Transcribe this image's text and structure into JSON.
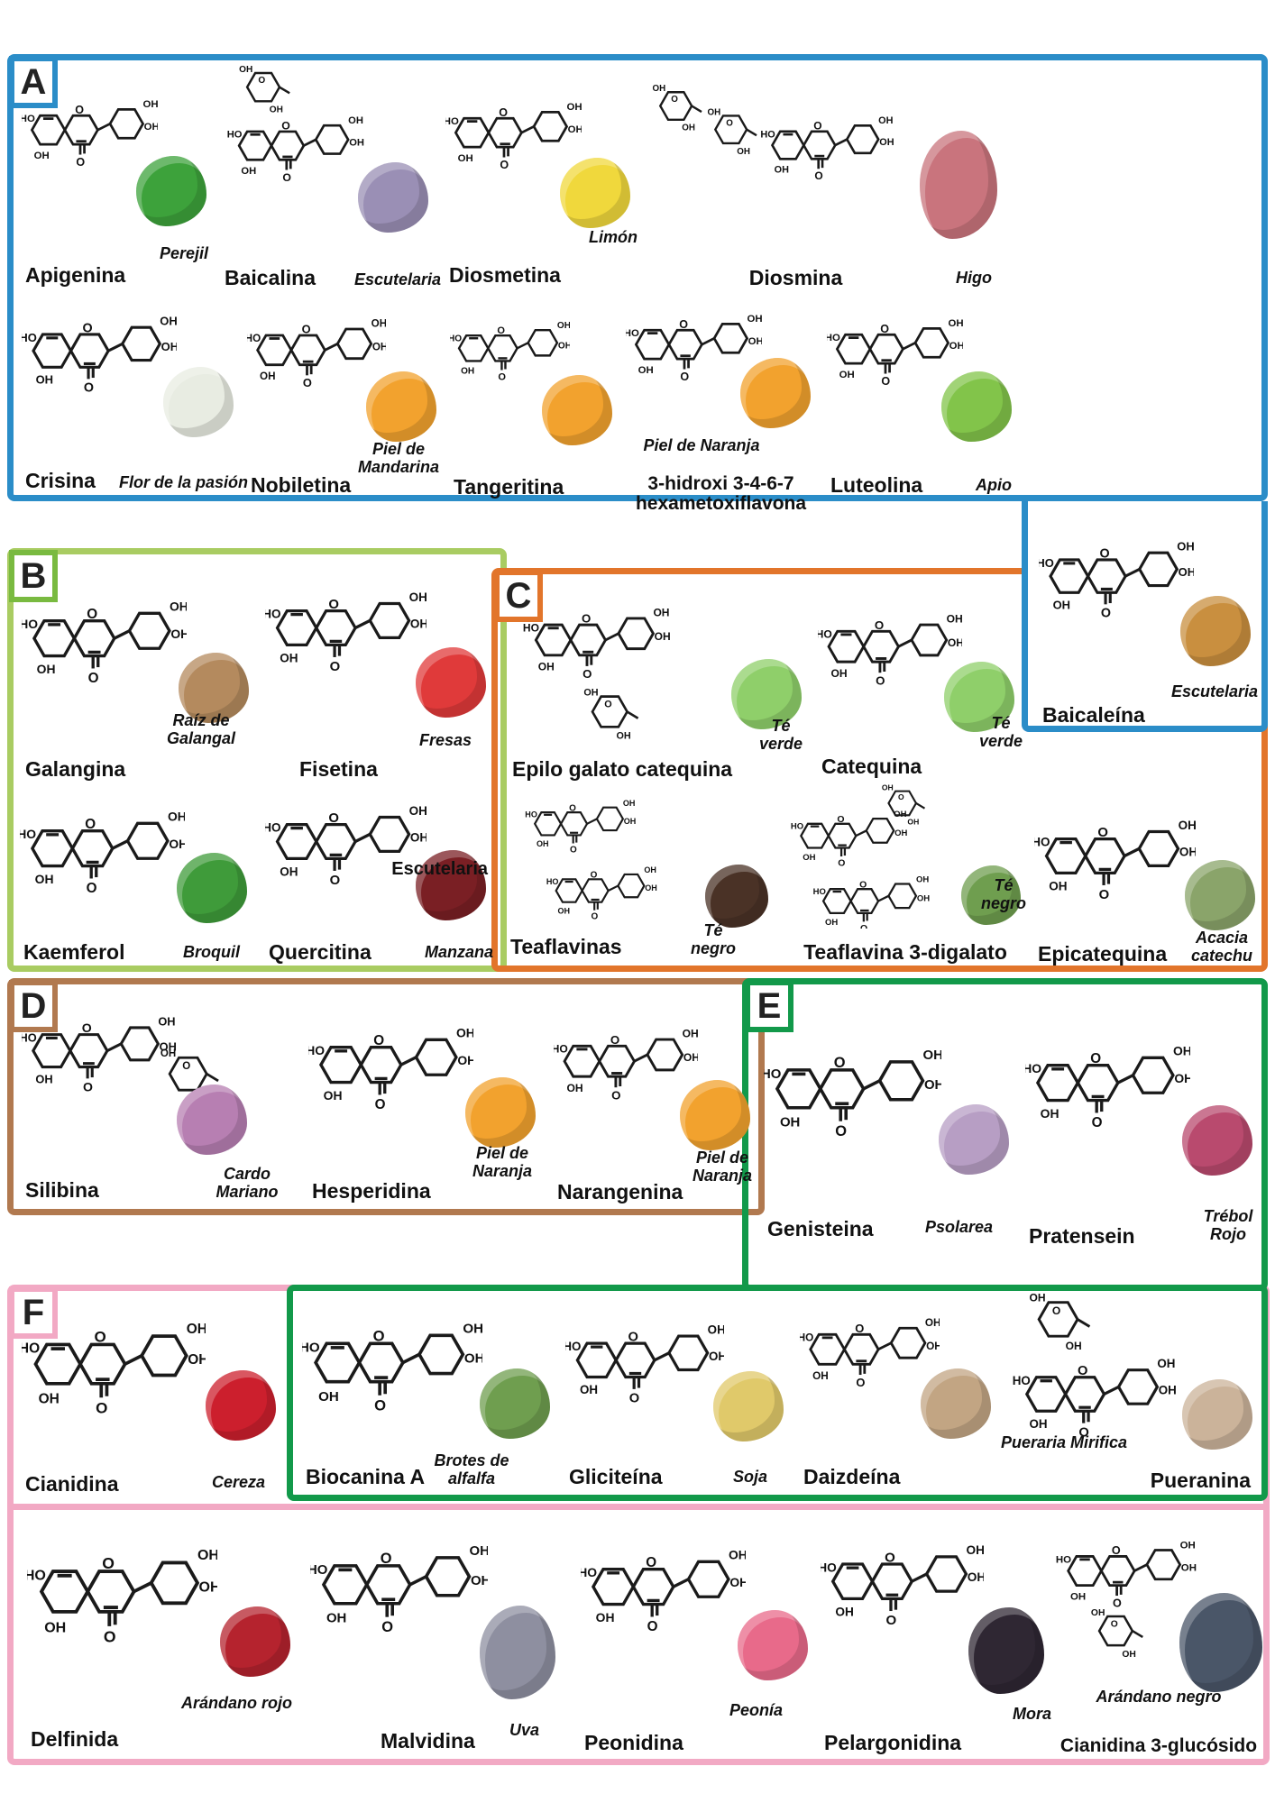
{
  "panels": [
    {
      "id": "A",
      "label": "A",
      "border_color": "#2b8dc8",
      "compounds": [
        {
          "name": "Apigenina",
          "source": "Perejil",
          "food_icon": "parsley",
          "food_color": "#3da23b"
        },
        {
          "name": "Baicalina",
          "source": "Escutelaria",
          "food_icon": "skullcap-plant",
          "food_color": "#9a8fb5"
        },
        {
          "name": "Diosmetina",
          "source": "Limón",
          "food_icon": "lemon",
          "food_color": "#f0d83c"
        },
        {
          "name": "Diosmina",
          "source": "Higo",
          "food_icon": "fig-buds",
          "food_color": "#c9747d"
        },
        {
          "name": "Crisina",
          "source": "Flor de la pasión",
          "food_icon": "passion-flower",
          "food_color": "#e8ece2"
        },
        {
          "name": "Nobiletina",
          "source": "Piel de Mandarina",
          "food_icon": "mandarin-peel",
          "food_color": "#f2a22e"
        },
        {
          "name": "Tangeritina",
          "source": "",
          "food_icon": "orange-peel",
          "food_color": "#f2a22e"
        },
        {
          "name": "3-hidroxi 3-4-6-7 hexametoxiflavona",
          "source": "Piel de Naranja",
          "food_icon": "orange-peel",
          "food_color": "#f2a22e"
        },
        {
          "name": "Luteolina",
          "source": "Apio",
          "food_icon": "celery",
          "food_color": "#82c44a"
        },
        {
          "name": "Baicaleína",
          "source": "Escutelaria",
          "food_icon": "skullcap-root",
          "food_color": "#c98f3f"
        }
      ]
    },
    {
      "id": "B",
      "label": "B",
      "border_color": "#a9cc62",
      "compounds": [
        {
          "name": "Galangina",
          "source": "Raíz de Galangal",
          "food_icon": "galangal-root",
          "food_color": "#b48a5e"
        },
        {
          "name": "Fisetina",
          "source": "Fresas",
          "food_icon": "strawberry",
          "food_color": "#e03a3a"
        },
        {
          "name": "Kaemferol",
          "source": "Broquil",
          "food_icon": "broccoli",
          "food_color": "#3f9b3a"
        },
        {
          "name": "Quercitina",
          "source": "Manzana",
          "extra_label": "Escutelaria",
          "food_icon": "apple",
          "food_color": "#7a1f24"
        }
      ]
    },
    {
      "id": "C",
      "label": "C",
      "border_color": "#e2752b",
      "compounds": [
        {
          "name": "Epilo galato catequina",
          "source": "Té verde",
          "food_icon": "green-tea-leaves",
          "food_color": "#8fcf6a"
        },
        {
          "name": "Catequina",
          "source": "Té verde",
          "food_icon": "green-tea-leaves",
          "food_color": "#8fcf6a"
        },
        {
          "name": "Teaflavinas",
          "source": "Té negro",
          "food_icon": "black-tea",
          "food_color": "#4a3226"
        },
        {
          "name": "Teaflavina 3-digalato",
          "source": "Té negro",
          "food_icon": "black-tea-leaves",
          "food_color": "#6f9e4f"
        },
        {
          "name": "Epicatequina",
          "source": "Acacia catechu",
          "food_icon": "acacia-branch",
          "food_color": "#8aa46a"
        }
      ]
    },
    {
      "id": "D",
      "label": "D",
      "border_color": "#b1794f",
      "compounds": [
        {
          "name": "Silibina",
          "source": "Cardo Mariano",
          "food_icon": "milk-thistle",
          "food_color": "#b77fb2"
        },
        {
          "name": "Hesperidina",
          "source": "Piel de Naranja",
          "food_icon": "orange-peel",
          "food_color": "#f2a22e"
        },
        {
          "name": "Narangenina",
          "source": "Piel de Naranja",
          "food_icon": "orange-peel",
          "food_color": "#f2a22e"
        }
      ]
    },
    {
      "id": "E",
      "label": "E",
      "border_color": "#12994a",
      "compounds": [
        {
          "name": "Genisteina",
          "source": "Psolarea",
          "food_icon": "psoralea-flower",
          "food_color": "#b79ec4"
        },
        {
          "name": "Pratensein",
          "source": "Trébol Rojo",
          "food_icon": "red-clover",
          "food_color": "#b94a6e"
        },
        {
          "name": "Biocanina A",
          "source": "Brotes de alfalfa",
          "food_icon": "alfalfa-sprouts",
          "food_color": "#6f9e4f"
        },
        {
          "name": "Gliciteína",
          "source": "Soja",
          "food_icon": "soybeans",
          "food_color": "#e0c96a"
        },
        {
          "name": "Daizdeína",
          "source": "",
          "food_icon": "root-tubers",
          "food_color": "#c2a583"
        },
        {
          "name": "Pueranina",
          "source": "Pueraria Mirifica",
          "food_icon": "pueraria-root",
          "food_color": "#cbb39a"
        }
      ]
    },
    {
      "id": "F",
      "label": "F",
      "border_color": "#f2a9c4",
      "compounds": [
        {
          "name": "Cianidina",
          "source": "Cereza",
          "food_icon": "cherries",
          "food_color": "#cc1f2d"
        },
        {
          "name": "Delfinida",
          "source": "Arándano rojo",
          "food_icon": "cranberries",
          "food_color": "#b5232e"
        },
        {
          "name": "Malvidina",
          "source": "Uva",
          "food_icon": "grapes",
          "food_color": "#8e8fa0"
        },
        {
          "name": "Peonidina",
          "source": "Peonía",
          "food_icon": "peony-flower",
          "food_color": "#e86a8a"
        },
        {
          "name": "Pelargonidina",
          "source": "Mora",
          "food_icon": "blackberries",
          "food_color": "#2f2733"
        },
        {
          "name": "Cianidina 3-glucósido",
          "source": "Arándano negro",
          "food_icon": "blueberries",
          "food_color": "#4a5668"
        }
      ]
    }
  ]
}
